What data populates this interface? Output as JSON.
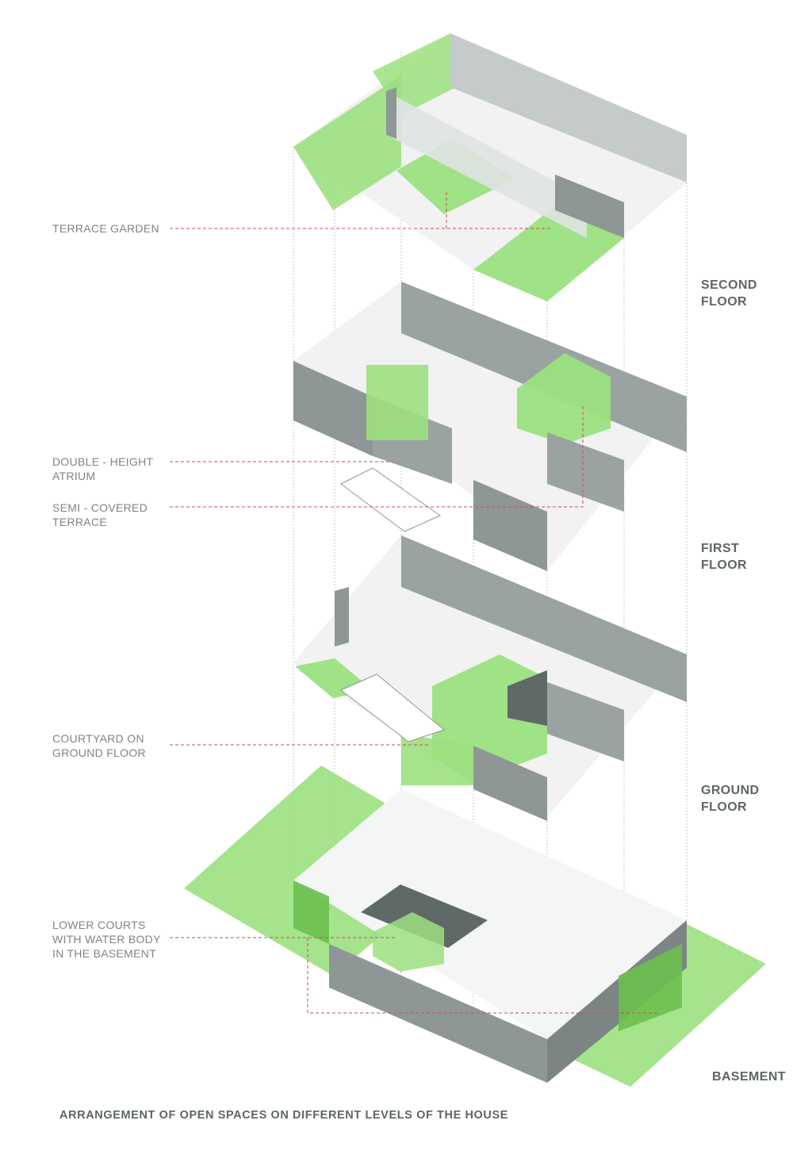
{
  "diagram": {
    "callouts": [
      {
        "id": "terrace-garden",
        "text": "TERRACE GARDEN"
      },
      {
        "id": "double-height-atrium",
        "text": "DOUBLE - HEIGHT\nATRIUM"
      },
      {
        "id": "semi-covered-terrace",
        "text": "SEMI - COVERED\nTERRACE"
      },
      {
        "id": "courtyard-ground-floor",
        "text": "COURTYARD ON\nGROUND FLOOR"
      },
      {
        "id": "lower-courts",
        "text": "LOWER COURTS\nWITH WATER BODY\n IN THE BASEMENT"
      }
    ],
    "levels": [
      {
        "id": "second-floor",
        "text": "SECOND\nFLOOR"
      },
      {
        "id": "first-floor",
        "text": "FIRST\nFLOOR"
      },
      {
        "id": "ground-floor",
        "text": "GROUND\nFLOOR"
      },
      {
        "id": "basement",
        "text": "BASEMENT"
      }
    ],
    "caption": "ARRANGEMENT OF OPEN SPACES ON DIFFERENT LEVELS OF THE HOUSE",
    "colors": {
      "green": "#9be07f",
      "green_dark": "#6cbf4e",
      "wall": "#8e9796",
      "wall_light": "#c5cbca",
      "floor": "#eef0ef",
      "leader": "#c8504c",
      "guide": "#b9bfbe"
    }
  }
}
